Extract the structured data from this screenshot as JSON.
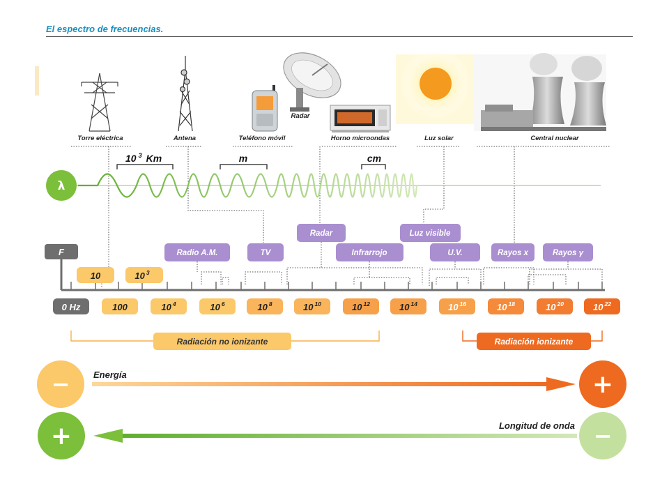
{
  "title": "El espectro de frecuencias.",
  "sources": {
    "torre": "Torre eléctrica",
    "antena": "Antena",
    "movil": "Teléfono móvil",
    "radar": "Radar",
    "horno": "Horno microondas",
    "sol": "Luz solar",
    "central": "Central nuclear"
  },
  "wave": {
    "lambda_symbol": "λ",
    "km_base": "10",
    "km_exp": "3",
    "km_unit": "Km",
    "m_label": "m",
    "cm_label": "cm"
  },
  "bands": {
    "radio_am": "Radio A.M.",
    "tv": "TV",
    "radar": "Radar",
    "infrarrojo": "Infrarrojo",
    "luz_visible": "Luz visible",
    "uv": "U.V.",
    "rayos_x": "Rayos x",
    "rayos_gamma": "Rayos γ"
  },
  "axis": {
    "f_label": "F",
    "zero": "0 Hz",
    "upper": {
      "base": "10",
      "exp": "",
      "base2": "10",
      "exp2": "3"
    },
    "hundred": "100",
    "base": "10",
    "ticks": [
      "4",
      "6",
      "8",
      "10",
      "12",
      "14",
      "16",
      "18",
      "20",
      "22"
    ]
  },
  "groups": {
    "no_ionizante": "Radiación no ionizante",
    "ionizante": "Radiación ionizante"
  },
  "arrows": {
    "energia": "Energía",
    "longitud": "Longitud de onda",
    "minus": "−",
    "plus": "+"
  },
  "colors": {
    "green": "#7cbf3a",
    "light_green": "#c4e09f",
    "yellow": "#fbc86a",
    "orange_mid": "#f7a04a",
    "orange_dark": "#ee6a20",
    "purple": "#a98ed0",
    "gray": "#6e6e6e",
    "teal": "#1b8fbf"
  }
}
